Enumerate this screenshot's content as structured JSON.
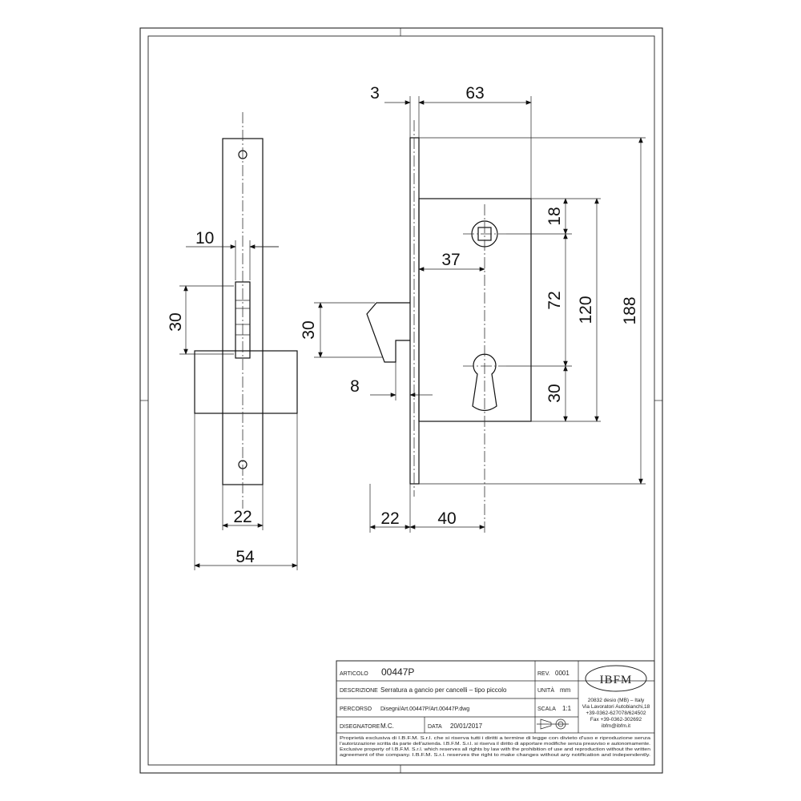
{
  "dimensions": {
    "side_view": {
      "faceplate_width": "10",
      "bolt_height": "30",
      "front_width": "22",
      "case_width": "54"
    },
    "front_view": {
      "faceplate_thickness": "3",
      "case_depth": "63",
      "spindle_offset": "37",
      "hook_height": "30",
      "hook_depth": "8",
      "backset_front": "22",
      "backset": "40",
      "top_to_spindle": "18",
      "spindle_to_cylinder": "72",
      "case_height": "120",
      "cylinder_to_bottom": "30",
      "faceplate_height": "188"
    }
  },
  "title_block": {
    "articolo_label": "ARTICOLO",
    "articolo_value": "00447P",
    "rev_label": "REV.",
    "rev_value": "0001",
    "descrizione_label": "DESCRIZIONE",
    "descrizione_value": "Serratura a gancio per cancelli – tipo piccolo",
    "unita_label": "UNITÀ",
    "unita_value": "mm",
    "percorso_label": "PERCORSO",
    "percorso_value": "Disegni/Art.00447P/Art.00447P.dwg",
    "scala_label": "SCALA",
    "scala_value": "1:1",
    "disegnatore_label": "DISEGNATORE",
    "disegnatore_value": "M.C.",
    "data_label": "DATA",
    "data_value": "20/01/2017",
    "company_logo": "IBFM",
    "address_lines": [
      "20832 desio (MB) – Italy",
      "Via Lavoratori Autobianchi,18",
      "+39-0362-627078/624502",
      "Fax +39-0362-302692",
      "ibfm@ibfm.it"
    ],
    "disclaimer_lines": [
      "Proprietà esclusiva di I.B.F.M. S.r.l. che si riserva tutti i diritti a termine di legge con divieto d'uso e riproduzione senza",
      "l'autorizzazione scritta da parte dell'azienda. I.B.F.M. S.r.l. si riserva il diritto di apportare modifiche senza preavviso e autonomamente.",
      "Exclusive property of I.B.F.M. S.r.l. which reserves all rights by law with the prohibition of use and reproduction without the written",
      "agreement of the company. I.B.F.M. S.r.l. reserves the right to make changes without any notification and independently."
    ]
  }
}
